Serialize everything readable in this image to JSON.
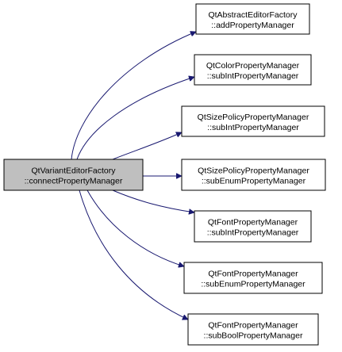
{
  "source": {
    "line1": "QtVariantEditorFactory",
    "line2": "::connectPropertyManager",
    "fill": "#bfbfbf",
    "stroke": "#000000"
  },
  "targets": [
    {
      "line1": "QtAbstractEditorFactory",
      "line2": "::addPropertyManager"
    },
    {
      "line1": "QtColorPropertyManager",
      "line2": "::subIntPropertyManager"
    },
    {
      "line1": "QtSizePolicyPropertyManager",
      "line2": "::subIntPropertyManager"
    },
    {
      "line1": "QtSizePolicyPropertyManager",
      "line2": "::subEnumPropertyManager"
    },
    {
      "line1": "QtFontPropertyManager",
      "line2": "::subIntPropertyManager"
    },
    {
      "line1": "QtFontPropertyManager",
      "line2": "::subEnumPropertyManager"
    },
    {
      "line1": "QtFontPropertyManager",
      "line2": "::subBoolPropertyManager"
    }
  ],
  "colors": {
    "edge": "#191970",
    "node_fill": "#ffffff",
    "node_stroke": "#000000"
  }
}
